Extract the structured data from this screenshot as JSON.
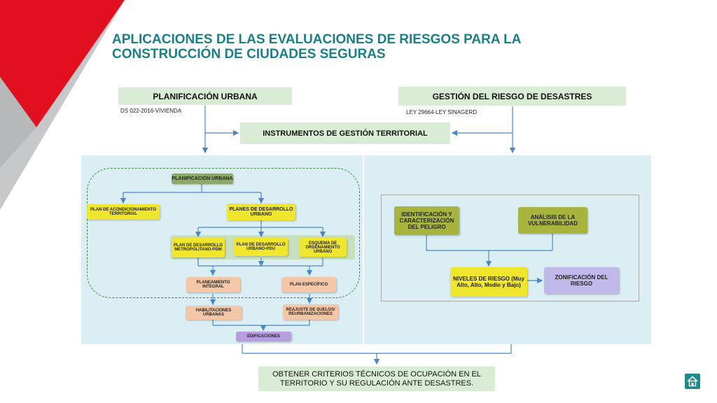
{
  "slide": {
    "title_line1": "APLICACIONES DE LAS EVALUACIONES DE RIESGOS PARA LA",
    "title_line2": "CONSTRUCCIÓN DE CIUDADES SEGURAS"
  },
  "headers": {
    "planificacion": "PLANIFICACIÓN URBANA",
    "planificacion_sub": "DS 022-2016-VIVIENDA",
    "gestion": "GESTIÓN DEL RIESGO DE DESASTRES",
    "gestion_sub": "LEY 29664-LEY SINAGERD",
    "instrumentos": "INSTRUMENTOS DE GESTIÓN TERRITORIAL"
  },
  "left_panel": {
    "planificacion_urbana": "PLANIFICACIÓN URBANA",
    "plan_acondicionamiento": "PLAN DE ACONDICIONAMIENTO TERRITORIAL",
    "planes_desarrollo": "PLANES DE DESARROLLO URBANO",
    "pdm": "PLAN DE DESARROLLO METROPOLITANO-PDM",
    "pdu": "PLAN DE DESARROLLO URBANO-PDU",
    "esquema": "ESQUEMA DE ORDENAMIENTO URBANO",
    "planeamiento_integral": "PLANEAMIENTO INTEGRAL",
    "plan_especifico": "PLAN ESPECÍFICO",
    "habilitaciones": "HABILITACIONES URBANAS",
    "reajuste": "REAJUSTE DE SUELOS/ REURBANIZACIONES",
    "edificaciones": "EDIFICACIONES"
  },
  "right_panel": {
    "identificacion": "IDENTIFICACIÓN Y CARACTERIZACIÓN DEL PELIGRO",
    "analisis": "ANÁLISIS DE LA VULNERABILIDAD",
    "niveles": "NIVELES DE RIESGO (Muy Alto, Alto, Medio y Bajo)",
    "zonificacion": "ZONIFICACIÓN DEL RIESGO"
  },
  "footer": {
    "conclusion_line1": "OBTENER CRITERIOS TÉCNICOS DE OCUPACIÓN EN EL",
    "conclusion_line2": "TERRITORIO Y SU REGULACIÓN ANTE DESASTRES."
  },
  "nav": {
    "home_icon": "home-icon"
  },
  "colors": {
    "accent_red": "#e0101e",
    "accent_gray": "#c7c8ca",
    "title_teal": "#1a7f86",
    "panel_blue": "#dbeef3",
    "header_green": "#d9edd4",
    "home_teal": "#1f8a8a"
  }
}
